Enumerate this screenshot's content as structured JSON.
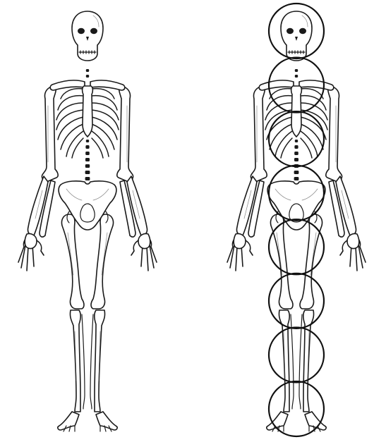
{
  "figure": {
    "left_panel": "skeleton-plain",
    "right_panel": "skeleton-with-head-circles",
    "head_unit_count": 8,
    "colors": {
      "line": "#1a1a1a",
      "circle": "#111111",
      "background": "#ffffff"
    }
  }
}
